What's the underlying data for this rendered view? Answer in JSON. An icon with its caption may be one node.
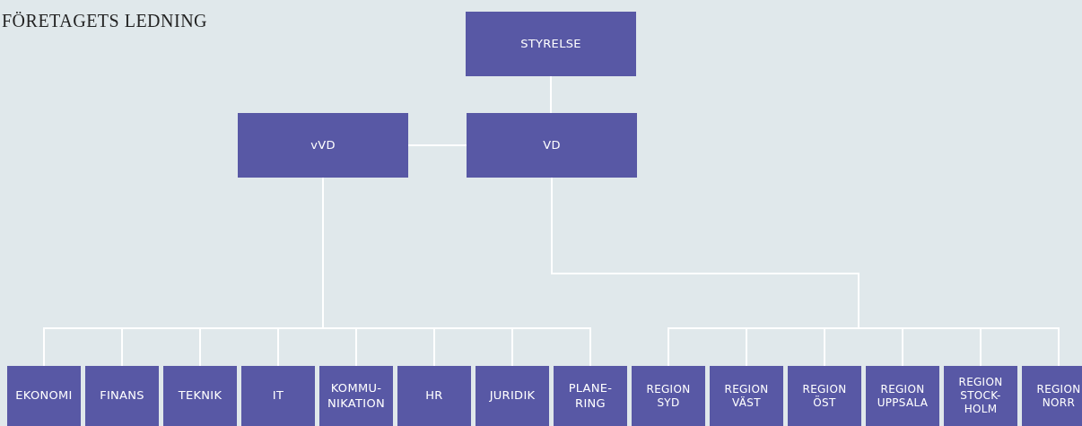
{
  "diagram": {
    "title": "FÖRETAGETS LEDNING",
    "nodes": [
      {
        "text": [
          "STYRELSE"
        ]
      },
      {
        "text": [
          "vVD"
        ]
      },
      {
        "text": [
          "VD"
        ]
      },
      {
        "text": [
          "EKONOMI"
        ]
      },
      {
        "text": [
          "FINANS"
        ]
      },
      {
        "text": [
          "TEKNIK"
        ]
      },
      {
        "text": [
          "IT"
        ]
      },
      {
        "text": [
          "KOMMU- NIKATION"
        ]
      },
      {
        "text": [
          "HR"
        ]
      },
      {
        "text": [
          "JURIDIK"
        ]
      },
      {
        "text": [
          "PLANE- RING"
        ]
      },
      {
        "text": [
          "REGION SYD"
        ]
      },
      {
        "text": [
          "REGION VÄST"
        ]
      },
      {
        "text": [
          "REGION ÖST"
        ]
      },
      {
        "text": [
          "REGION UPPSALA"
        ]
      },
      {
        "text": [
          "REGION STOCK- HOLM"
        ]
      },
      {
        "text": [
          "REGION NORR"
        ]
      }
    ],
    "edges": [
      {
        "from": 0,
        "to": 2,
        "arrow": "none"
      },
      {
        "from": 1,
        "to": 2,
        "arrow": "none"
      },
      {
        "from": 1,
        "to": 3,
        "arrow": "none"
      },
      {
        "from": 1,
        "to": 4,
        "arrow": "none"
      },
      {
        "from": 1,
        "to": 5,
        "arrow": "none"
      },
      {
        "from": 1,
        "to": 6,
        "arrow": "none"
      },
      {
        "from": 1,
        "to": 7,
        "arrow": "none"
      },
      {
        "from": 1,
        "to": 8,
        "arrow": "none"
      },
      {
        "from": 1,
        "to": 9,
        "arrow": "none"
      },
      {
        "from": 1,
        "to": 10,
        "arrow": "none"
      },
      {
        "from": 2,
        "to": 11,
        "arrow": "none"
      },
      {
        "from": 2,
        "to": 12,
        "arrow": "none"
      },
      {
        "from": 2,
        "to": 13,
        "arrow": "none"
      },
      {
        "from": 2,
        "to": 14,
        "arrow": "none"
      },
      {
        "from": 2,
        "to": 15,
        "arrow": "none"
      },
      {
        "from": 2,
        "to": 16,
        "arrow": "none"
      }
    ]
  }
}
